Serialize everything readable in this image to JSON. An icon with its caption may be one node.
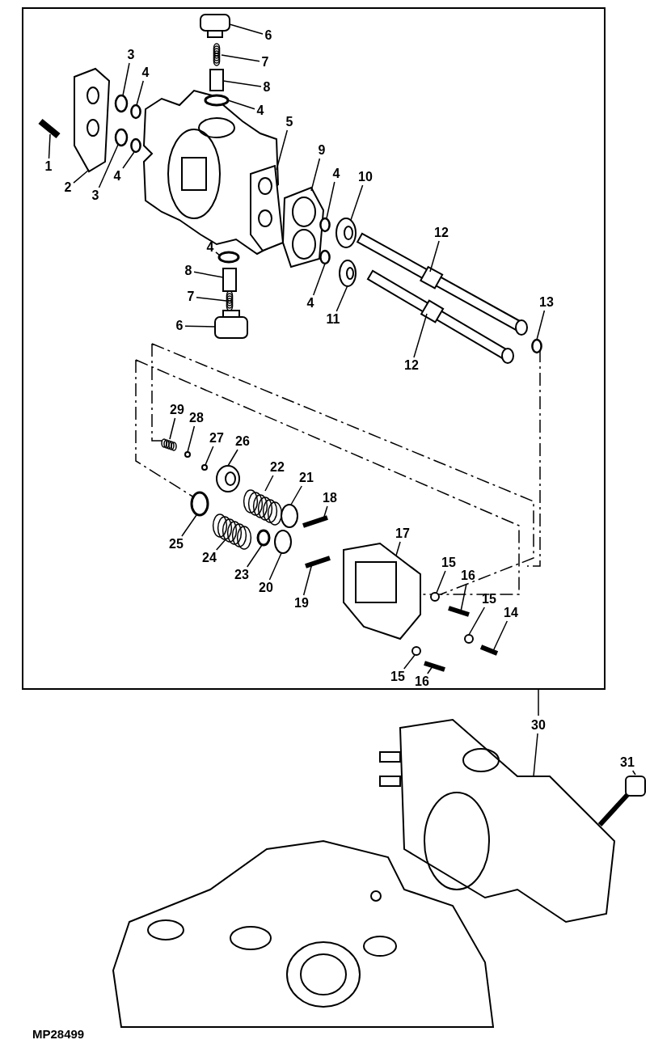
{
  "diagram": {
    "nodes": [
      {
        "text": [
          "6"
        ]
      },
      {
        "text": [
          "7"
        ]
      },
      {
        "text": [
          "8"
        ]
      },
      {
        "text": [
          "4"
        ]
      },
      {
        "text": [
          "3"
        ]
      },
      {
        "text": [
          "4"
        ]
      },
      {
        "text": [
          "5"
        ]
      },
      {
        "text": [
          "1"
        ]
      },
      {
        "text": [
          "2"
        ]
      },
      {
        "text": [
          "3"
        ]
      },
      {
        "text": [
          "4"
        ]
      },
      {
        "text": [
          "9"
        ]
      },
      {
        "text": [
          "4"
        ]
      },
      {
        "text": [
          "10"
        ]
      },
      {
        "text": [
          "4"
        ]
      },
      {
        "text": [
          "8"
        ]
      },
      {
        "text": [
          "7"
        ]
      },
      {
        "text": [
          "6"
        ]
      },
      {
        "text": [
          "12"
        ]
      },
      {
        "text": [
          "4"
        ]
      },
      {
        "text": [
          "11"
        ]
      },
      {
        "text": [
          "13"
        ]
      },
      {
        "text": [
          "12"
        ]
      },
      {
        "text": [
          "29"
        ]
      },
      {
        "text": [
          "28"
        ]
      },
      {
        "text": [
          "27"
        ]
      },
      {
        "text": [
          "26"
        ]
      },
      {
        "text": [
          "22"
        ]
      },
      {
        "text": [
          "21"
        ]
      },
      {
        "text": [
          "18"
        ]
      },
      {
        "text": [
          "25"
        ]
      },
      {
        "text": [
          "24"
        ]
      },
      {
        "text": [
          "23"
        ]
      },
      {
        "text": [
          "20"
        ]
      },
      {
        "text": [
          "19"
        ]
      },
      {
        "text": [
          "17"
        ]
      },
      {
        "text": [
          "15"
        ]
      },
      {
        "text": [
          "16"
        ]
      },
      {
        "text": [
          "15"
        ]
      },
      {
        "text": [
          "14"
        ]
      },
      {
        "text": [
          "15"
        ]
      },
      {
        "text": [
          "16"
        ]
      },
      {
        "text": [
          "30"
        ]
      },
      {
        "text": [
          "31"
        ]
      },
      {
        "text": [],
        "shape": "plug"
      },
      {
        "text": [],
        "shape": "spring"
      },
      {
        "text": [],
        "shape": "cylinder"
      },
      {
        "text": [],
        "shape": "circle"
      },
      {
        "text": [],
        "shape": "circle"
      },
      {
        "text": [],
        "shape": "circle"
      },
      {
        "text": [],
        "shape": "gasket"
      },
      {
        "text": [],
        "shape": "bolt"
      },
      {
        "text": [],
        "shape": "gasket"
      },
      {
        "text": [],
        "shape": "circle"
      },
      {
        "text": [],
        "shape": "circle"
      },
      {
        "text": [],
        "shape": "gasket"
      },
      {
        "text": [],
        "shape": "circle"
      },
      {
        "text": [],
        "shape": "circle"
      },
      {
        "text": [],
        "shape": "circle"
      },
      {
        "text": [],
        "shape": "cylinder"
      },
      {
        "text": [],
        "shape": "spring"
      },
      {
        "text": [],
        "shape": "plug"
      },
      {
        "text": [],
        "shape": "bar"
      },
      {
        "text": [],
        "shape": "circle"
      },
      {
        "text": [],
        "shape": "circle"
      },
      {
        "text": [],
        "shape": "circle"
      },
      {
        "text": [],
        "shape": "bar"
      },
      {
        "text": [],
        "shape": "spring"
      },
      {
        "text": [],
        "shape": "circle"
      },
      {
        "text": [],
        "shape": "circle"
      },
      {
        "text": [],
        "shape": "circle"
      },
      {
        "text": [],
        "shape": "spring"
      },
      {
        "text": [],
        "shape": "circle"
      },
      {
        "text": [],
        "shape": "bolt"
      },
      {
        "text": [],
        "shape": "circle"
      },
      {
        "text": [],
        "shape": "spring"
      },
      {
        "text": [],
        "shape": "circle"
      },
      {
        "text": [],
        "shape": "circle"
      },
      {
        "text": [],
        "shape": "bolt"
      },
      {
        "text": [],
        "shape": "picture"
      },
      {
        "text": [],
        "shape": "circle"
      },
      {
        "text": [],
        "shape": "bolt"
      },
      {
        "text": [],
        "shape": "circle"
      },
      {
        "text": [],
        "shape": "bolt"
      },
      {
        "text": [],
        "shape": "circle"
      },
      {
        "text": [],
        "shape": "bolt"
      },
      {
        "text": [],
        "shape": "picture"
      },
      {
        "text": [],
        "shape": "bolt"
      }
    ],
    "edges": [
      {
        "from": 0,
        "to": 44,
        "arrow": "none"
      },
      {
        "from": 1,
        "to": 45,
        "arrow": "none"
      },
      {
        "from": 2,
        "to": 46,
        "arrow": "none"
      },
      {
        "from": 3,
        "to": 47,
        "arrow": "none"
      },
      {
        "from": 4,
        "to": 48,
        "arrow": "none"
      },
      {
        "from": 5,
        "to": 49,
        "arrow": "none"
      },
      {
        "from": 6,
        "to": 50,
        "arrow": "none"
      },
      {
        "from": 7,
        "to": 51,
        "arrow": "none"
      },
      {
        "from": 8,
        "to": 52,
        "arrow": "none"
      },
      {
        "from": 9,
        "to": 53,
        "arrow": "none"
      },
      {
        "from": 10,
        "to": 54,
        "arrow": "none"
      },
      {
        "from": 11,
        "to": 55,
        "arrow": "none"
      },
      {
        "from": 12,
        "to": 56,
        "arrow": "none"
      },
      {
        "from": 13,
        "to": 57,
        "arrow": "none"
      },
      {
        "from": 14,
        "to": 58,
        "arrow": "none"
      },
      {
        "from": 15,
        "to": 59,
        "arrow": "none"
      },
      {
        "from": 16,
        "to": 60,
        "arrow": "none"
      },
      {
        "from": 17,
        "to": 61,
        "arrow": "none"
      },
      {
        "from": 18,
        "to": 62,
        "arrow": "none"
      },
      {
        "from": 19,
        "to": 63,
        "arrow": "none"
      },
      {
        "from": 20,
        "to": 64,
        "arrow": "none"
      },
      {
        "from": 21,
        "to": 65,
        "arrow": "none"
      },
      {
        "from": 22,
        "to": 66,
        "arrow": "none"
      },
      {
        "from": 23,
        "to": 67,
        "arrow": "none"
      },
      {
        "from": 24,
        "to": 68,
        "arrow": "none"
      },
      {
        "from": 25,
        "to": 69,
        "arrow": "none"
      },
      {
        "from": 26,
        "to": 70,
        "arrow": "none"
      },
      {
        "from": 27,
        "to": 71,
        "arrow": "none"
      },
      {
        "from": 28,
        "to": 72,
        "arrow": "none"
      },
      {
        "from": 29,
        "to": 73,
        "arrow": "none"
      },
      {
        "from": 30,
        "to": 74,
        "arrow": "none"
      },
      {
        "from": 31,
        "to": 75,
        "arrow": "none"
      },
      {
        "from": 32,
        "to": 76,
        "arrow": "none"
      },
      {
        "from": 33,
        "to": 77,
        "arrow": "none"
      },
      {
        "from": 34,
        "to": 78,
        "arrow": "none"
      },
      {
        "from": 35,
        "to": 79,
        "arrow": "none"
      },
      {
        "from": 36,
        "to": 80,
        "arrow": "none"
      },
      {
        "from": 37,
        "to": 81,
        "arrow": "none"
      },
      {
        "from": 38,
        "to": 82,
        "arrow": "none"
      },
      {
        "from": 39,
        "to": 83,
        "arrow": "none"
      },
      {
        "from": 40,
        "to": 84,
        "arrow": "none"
      },
      {
        "from": 41,
        "to": 85,
        "arrow": "none"
      },
      {
        "from": 42,
        "to": 86,
        "arrow": "none"
      },
      {
        "from": 43,
        "to": 87,
        "arrow": "none"
      }
    ],
    "labels": [
      "MP28499"
    ]
  }
}
